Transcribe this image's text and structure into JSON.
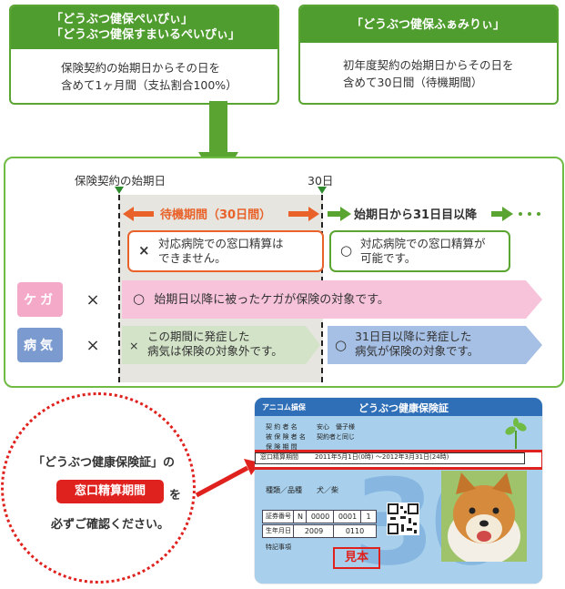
{
  "top_left": {
    "header_line1": "「どうぶつ健保ぺいぴぃ」",
    "header_line2": "「どうぶつ健保すまいるぺいぴぃ」",
    "body_line1": "保険契約の始期日からその日を",
    "body_line2": "含めて1ヶ月間（支払割合100%）"
  },
  "top_right": {
    "header": "「どうぶつ健保ふぁみりぃ」",
    "body_line1": "初年度契約の始期日からその日を",
    "body_line2": "含めて30日間（待機期間）"
  },
  "timeline": {
    "start_label": "保険契約の始期日",
    "day30_label": "30日",
    "waiting_period": "待機期間（30日間）",
    "after_label": "始期日から31日目以降",
    "waiting_note_mark": "×",
    "waiting_note_line1": "対応病院での窓口精算は",
    "waiting_note_line2": "できません。",
    "after_note_mark": "○",
    "after_note_line1": "対応病院での窓口精算が",
    "after_note_line2": "可能です。"
  },
  "rows": {
    "injury": {
      "label": "ケガ",
      "pre_mark": "×",
      "mark": "○",
      "text": "始期日以降に被ったケガが保険の対象です。"
    },
    "illness": {
      "label": "病気",
      "pre_mark": "×",
      "wait_mark": "×",
      "wait_line1": "この期間に発症した",
      "wait_line2": "病気は保険の対象外です。",
      "after_mark": "○",
      "after_line1": "31日目以降に発症した",
      "after_line2": "病気が保険の対象です。"
    }
  },
  "notice": {
    "line1": "「どうぶつ健康保険証」の",
    "badge": "窓口精算期間",
    "line2_suffix": "を",
    "line3": "必ずご確認ください。"
  },
  "card": {
    "brand": "アニコム損保",
    "title": "どうぶつ健康保険証",
    "r1_label": "契 約 者 名",
    "r1_value": "安心　優子様",
    "r2_label": "被 保 険 者 名",
    "r2_value": "契約者と同じ",
    "r3_label": "保 険 期 間",
    "period_label": "窓口精算期間",
    "period_value": "2011年5月1日(0時) ～2012年3月31日(24時)",
    "species_label": "種類／品種",
    "species_value": "犬／柴",
    "cert_label": "証券番号",
    "cert_cells": [
      "N",
      "0000",
      "0001",
      "1"
    ],
    "birth_label": "生年月日",
    "birth_cells": [
      "2009",
      "0110"
    ],
    "special_label": "特記事項",
    "big_number": "30",
    "sample": "見本"
  },
  "colors": {
    "green": "#4f9d2e",
    "orange": "#e8622a",
    "pink": "#f5b8d4",
    "blue": "#a6bfe4",
    "red": "#e0221e",
    "card_blue": "#a8d0ec"
  }
}
